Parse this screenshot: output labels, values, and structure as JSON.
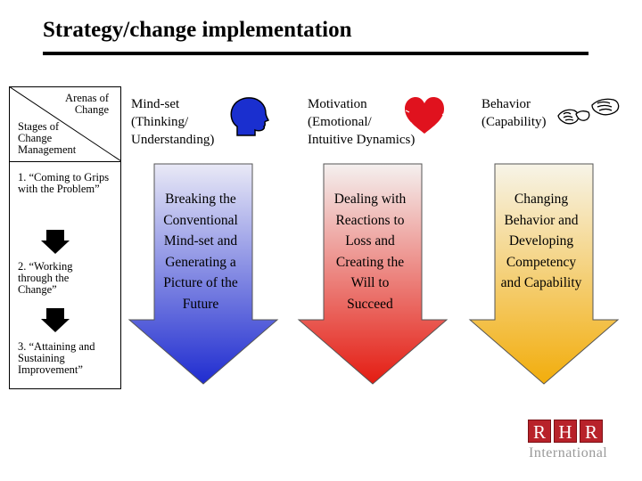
{
  "title": "Strategy/change implementation",
  "table": {
    "corner_top": "Arenas of Change",
    "corner_bottom": "Stages of Change Management",
    "stages": [
      "1. “Coming to Grips with the Problem”",
      "2. “Working through the Change”",
      "3. “Attaining and Sustaining Improvement”"
    ]
  },
  "columns": [
    {
      "heading": [
        "Mind-set",
        "(Thinking/",
        "Understanding)"
      ],
      "icon": "head-silhouette-icon",
      "arrow_text": [
        "Breaking the",
        "Conventional",
        "Mind-set and",
        "Generating a",
        "Picture of the",
        "Future"
      ],
      "gradient": [
        "#e9e9f6",
        "#1f2cd0"
      ]
    },
    {
      "heading": [
        "Motivation",
        "(Emotional/",
        "Intuitive Dynamics)"
      ],
      "icon": "heart-icon",
      "arrow_text": [
        "Dealing with",
        "Reactions to",
        "Loss and",
        "Creating the",
        "Will to",
        "Succeed"
      ],
      "gradient": [
        "#f4f0ef",
        "#e41c12"
      ]
    },
    {
      "heading": [
        "Behavior",
        "(Capability)"
      ],
      "icon": "hands-icon",
      "arrow_text": [
        "Changing",
        "Behavior and",
        "Developing",
        "Competency",
        "and Capability"
      ],
      "gradient": [
        "#f7f4e8",
        "#f2ad0c"
      ]
    }
  ],
  "logo": {
    "letters": [
      "R",
      "H",
      "R"
    ],
    "sub": "International"
  },
  "colors": {
    "title_rule": "#000000",
    "logo_red": "#b8222a",
    "heart": "#e0121e",
    "head": "#1a2fcf"
  }
}
